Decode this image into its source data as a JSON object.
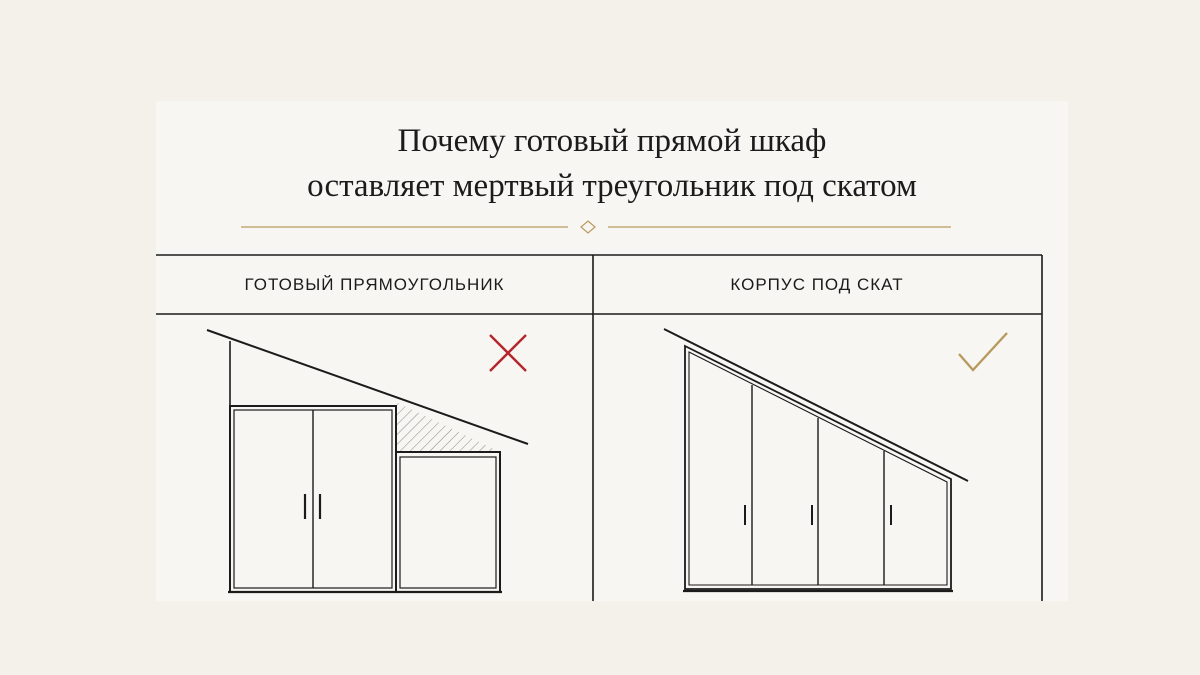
{
  "title": {
    "line1": "Почему готовый прямой шкаф",
    "line2": "оставляет мертвый треугольник под скатом"
  },
  "panels": {
    "left": {
      "label": "ГОТОВЫЙ ПРЯМОУГОЛЬНИК",
      "verdict": "cross-icon"
    },
    "right": {
      "label": "КОРПУС ПОД СКАТ",
      "verdict": "check-icon"
    }
  },
  "colors": {
    "background": "#f4f0ea",
    "card": "#f8f6f2",
    "ink": "#1b1b1b",
    "gold": "#b89a5e",
    "red": "#b3262b",
    "hatch": "#8a8a8a"
  }
}
